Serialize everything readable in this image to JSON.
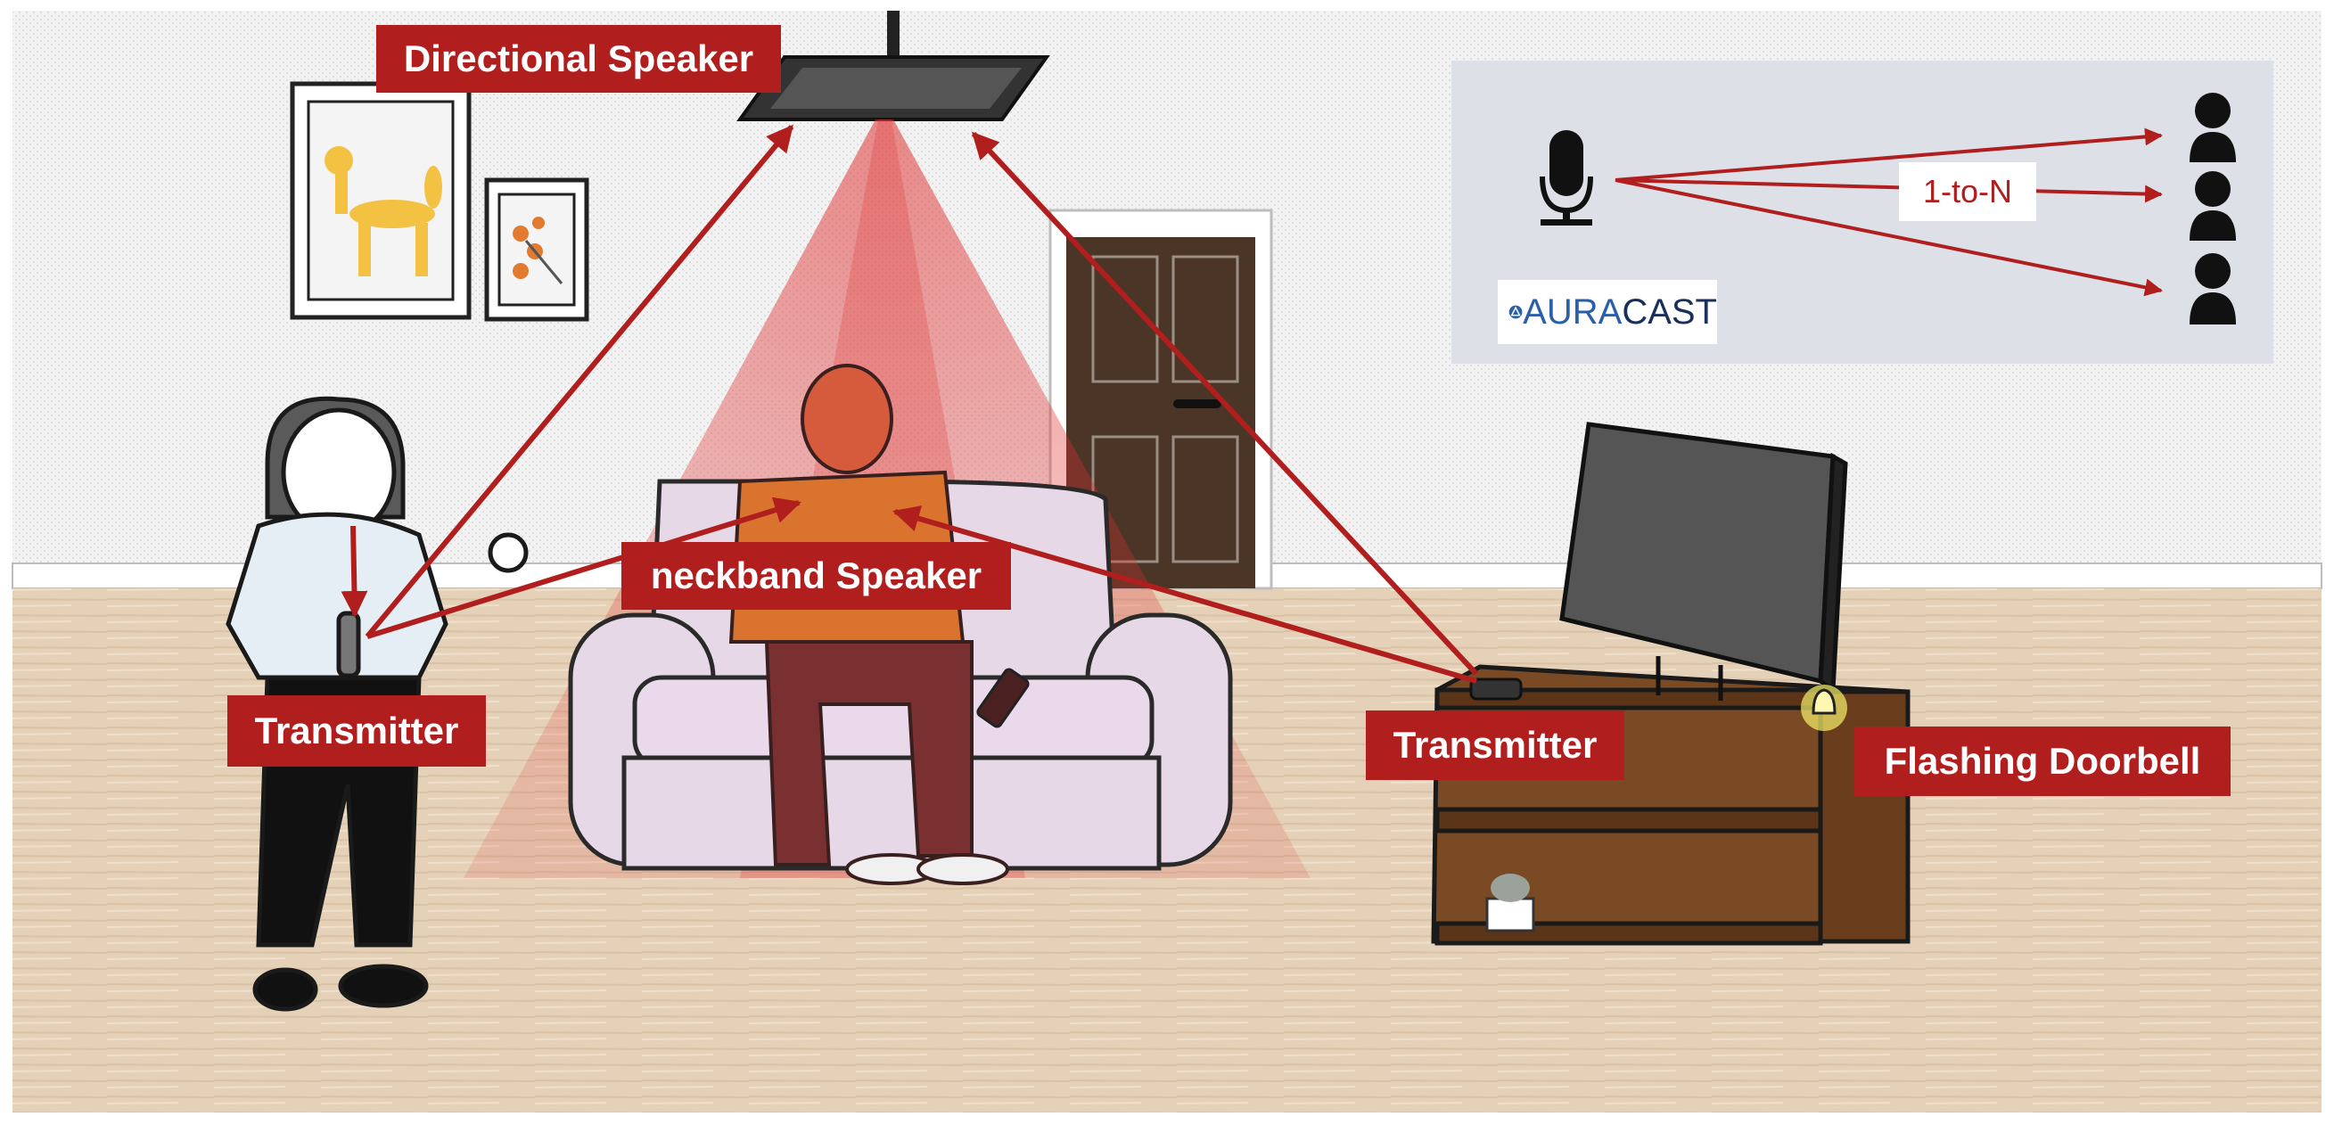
{
  "labels": {
    "directional_speaker": "Directional Speaker",
    "neckband_speaker": "neckband Speaker",
    "transmitter_left": "Transmitter",
    "transmitter_right": "Transmitter",
    "flashing_doorbell": "Flashing Doorbell",
    "one_to_n": "1-to-N"
  },
  "logo": {
    "part1": "AURA",
    "part2": "CAST"
  },
  "colors": {
    "accent": "#b01e1e",
    "arrow": "#b01e1e",
    "wall": "#eeeeee",
    "floor": "#e2cdb4",
    "panel": "#dde1e7"
  },
  "icons": [
    "microphone-icon",
    "person-icon",
    "tv-icon",
    "sofa-icon",
    "door-icon",
    "ceiling-speaker-icon",
    "doorbell-icon"
  ]
}
